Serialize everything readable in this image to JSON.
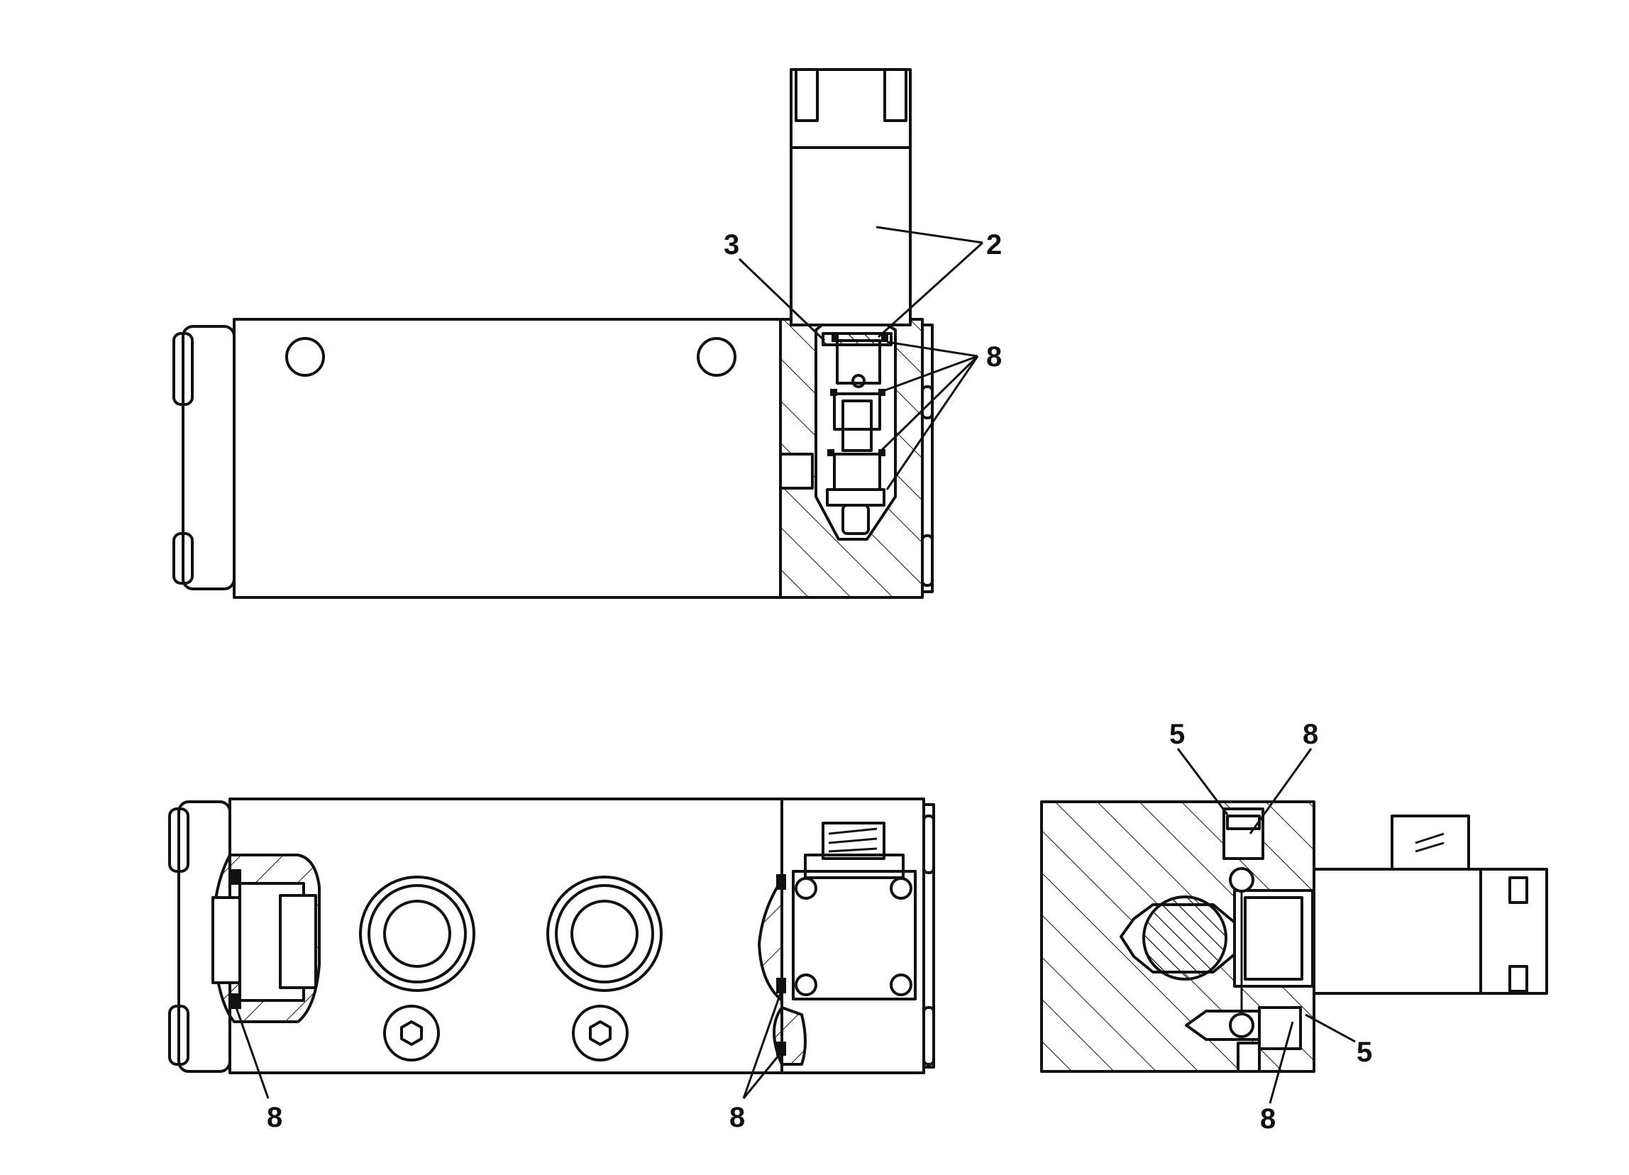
{
  "labels": {
    "top_view": {
      "item_3": "3",
      "item_2": "2",
      "item_8": "8"
    },
    "bottom_left_view": {
      "item_8_left": "8",
      "item_8_right": "8"
    },
    "end_view": {
      "item_5_top": "5",
      "item_8_top": "8",
      "item_5_bottom": "5",
      "item_8_bottom": "8"
    }
  },
  "colors": {
    "line": "#111111",
    "background": "#ffffff"
  }
}
